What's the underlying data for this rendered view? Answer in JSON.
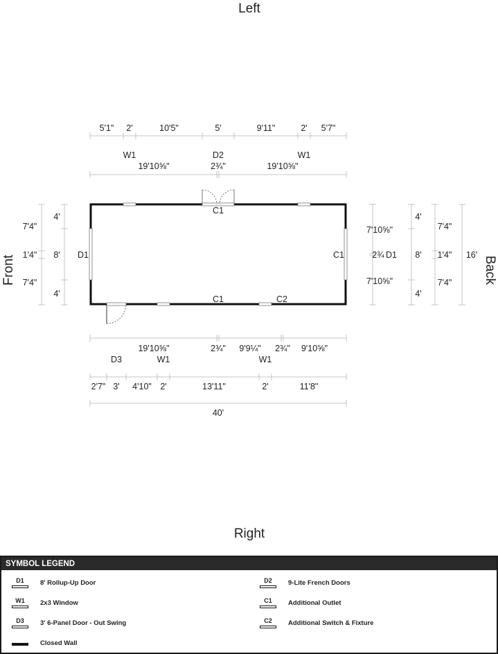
{
  "sides": {
    "top": "Left",
    "bottom": "Right",
    "left": "Front",
    "right": "Back"
  },
  "top_dims_row1": [
    "5'1\"",
    "2'",
    "10'5\"",
    "5'",
    "9'11\"",
    "2'",
    "5'7\""
  ],
  "top_labels": {
    "w1_left": "W1",
    "d2": "D2",
    "w1_right": "W1"
  },
  "top_dims_row2": [
    "19'10⅝\"",
    "2¾\"",
    "19'10⅝\""
  ],
  "bottom_dims_row1": [
    "19'10⅝\"",
    "2¾\"",
    "9'9¼\"",
    "2¾\"",
    "9'10⅝\""
  ],
  "bottom_labels": {
    "d3": "D3",
    "w1_left": "W1",
    "w1_right": "W1"
  },
  "bottom_dims_row2": [
    "2'7\"",
    "3'",
    "4'10\"",
    "2'",
    "13'11\"",
    "2'",
    "11'8\""
  ],
  "bottom_total": "40'",
  "left_dims_outer": [
    "7'4\"",
    "1'4\"",
    "7'4\""
  ],
  "left_dims_inner": [
    "4'",
    "8'",
    "4'"
  ],
  "right_dims_a": [
    "7'10⅝\"",
    "2¾",
    "7'10⅝\""
  ],
  "right_label_d1": "D1",
  "right_dims_b": [
    "4'",
    "8'",
    "4'"
  ],
  "right_dims_c": [
    "7'4\"",
    "1'4\"",
    "7'4\""
  ],
  "right_total": "16'",
  "plan_labels": {
    "c1_top": "C1",
    "d1_left": "D1",
    "c1_right": "C1",
    "c1_bottom": "C1",
    "c2_bottom": "C2"
  },
  "legend": {
    "title": "SYMBOL LEGEND",
    "items": [
      {
        "code": "D1",
        "label": "8' Rollup-Up Door"
      },
      {
        "code": "D2",
        "label": "9-Lite French Doors"
      },
      {
        "code": "W1",
        "label": "2x3 Window"
      },
      {
        "code": "C1",
        "label": "Additional Outlet"
      },
      {
        "code": "D3",
        "label": "3' 6-Panel Door - Out Swing"
      },
      {
        "code": "C2",
        "label": "Additional Switch & Fixture"
      },
      {
        "code": "",
        "label": "Closed Wall"
      }
    ]
  }
}
